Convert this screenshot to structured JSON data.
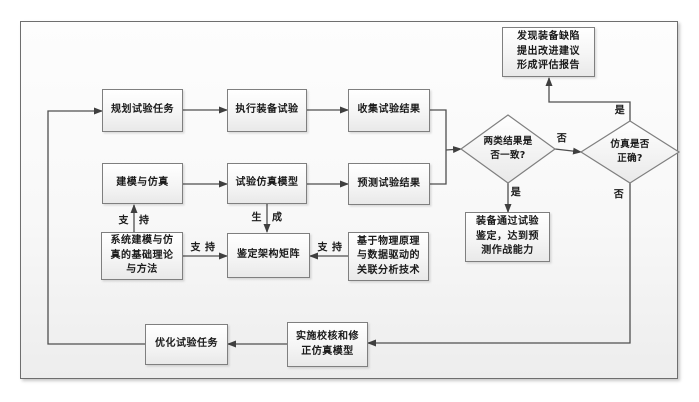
{
  "diagram": {
    "type": "flowchart",
    "title": "",
    "nodes": {
      "plan_task": {
        "label": "规划试验任务"
      },
      "execute_test": {
        "label": "执行装备试验"
      },
      "collect_results": {
        "label": "收集试验结果"
      },
      "modeling_sim": {
        "label": "建模与仿真"
      },
      "sim_model": {
        "label": "试验仿真模型"
      },
      "predict_results": {
        "label": "预测试验结果"
      },
      "defect_report": {
        "lines": [
          "发现装备缺陷",
          "提出改进建议",
          "形成评估报告"
        ]
      },
      "consistency_decision": {
        "lines": [
          "两类结果是",
          "否一致?"
        ]
      },
      "sim_correct_decision": {
        "lines": [
          "仿真是否",
          "正确?"
        ]
      },
      "pass_appraisal": {
        "lines": [
          "装备通过试验",
          "鉴定，达到预",
          "测作战能力"
        ]
      },
      "theory_methods": {
        "lines": [
          "系统建模与仿",
          "真的基础理论",
          "与方法"
        ]
      },
      "appraisal_matrix": {
        "label": "鉴定架构矩阵"
      },
      "correlation_tech": {
        "lines": [
          "基于物理原理",
          "与数据驱动的",
          "关联分析技术"
        ]
      },
      "optimize_task": {
        "label": "优化试验任务"
      },
      "verify_correct": {
        "lines": [
          "实施校核和修",
          "正仿真模型"
        ]
      }
    },
    "edge_labels": {
      "consistency_no": "否",
      "consistency_yes": "是",
      "correct_yes": "是",
      "correct_no": "否",
      "support_vertical": {
        "first": "支",
        "second": "持"
      },
      "generate": {
        "first": "生",
        "second": "成"
      },
      "support_left": "支 持",
      "support_right": "支 持"
    },
    "colors": {
      "line": "#4f4f4f",
      "arrowhead": "#3f3f3f",
      "node_border": "#7f7f7f",
      "node_fill_top": "#ffffff",
      "node_fill_bottom": "#e9e9e9",
      "frame_border": "#6e6e6e",
      "text": "#1a1a1a"
    }
  }
}
